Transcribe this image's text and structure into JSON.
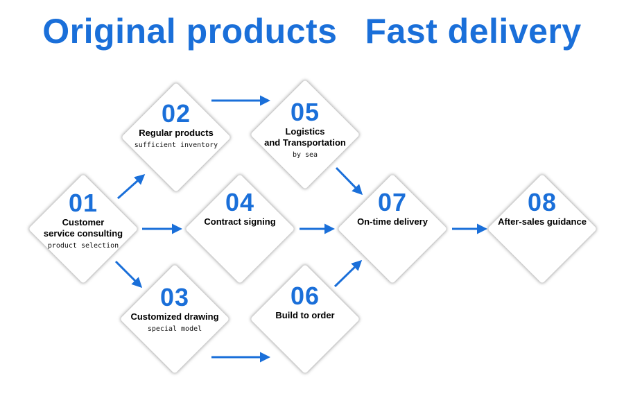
{
  "title": {
    "left": "Original products",
    "right": "Fast delivery"
  },
  "steps": [
    {
      "num": "01",
      "label": "Customer\nservice consulting",
      "sub": "product selection"
    },
    {
      "num": "02",
      "label": "Regular products",
      "sub": "sufficient inventory"
    },
    {
      "num": "03",
      "label": "Customized drawing",
      "sub": "special model"
    },
    {
      "num": "04",
      "label": "Contract signing",
      "sub": ""
    },
    {
      "num": "05",
      "label": "Logistics\nand Transportation",
      "sub": "by sea"
    },
    {
      "num": "06",
      "label": "Build to order",
      "sub": ""
    },
    {
      "num": "07",
      "label": "On-time delivery",
      "sub": ""
    },
    {
      "num": "08",
      "label": "After-sales guidance",
      "sub": ""
    }
  ],
  "colors": {
    "accent": "#1a6fd9",
    "text": "#000000",
    "background": "#ffffff"
  }
}
